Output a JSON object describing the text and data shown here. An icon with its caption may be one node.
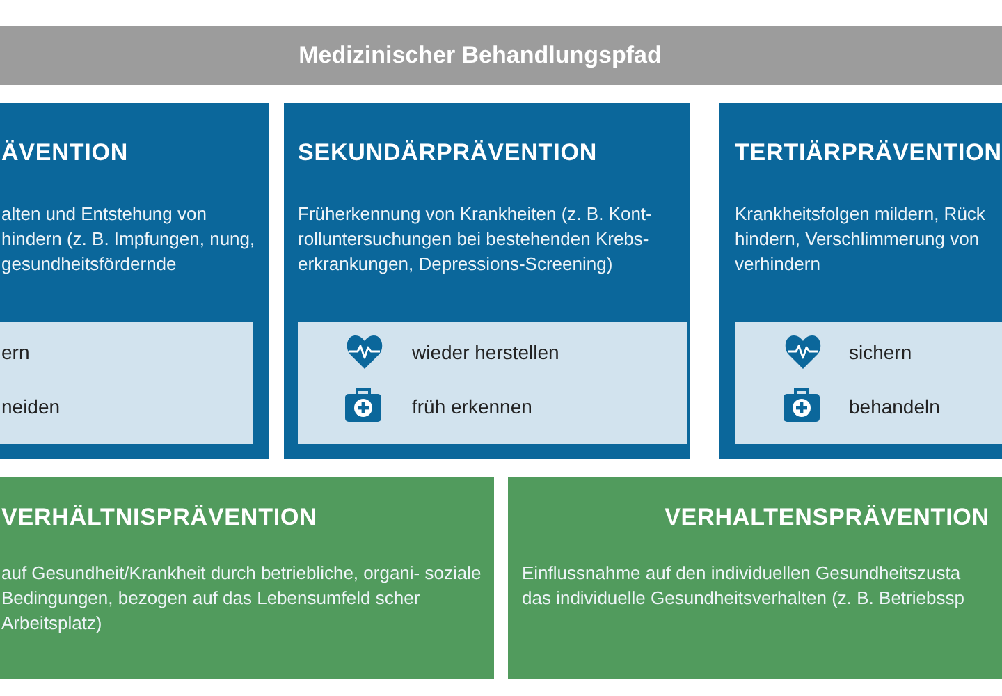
{
  "diagram": {
    "nodes": [
      {
        "text": [
          "Medizinischer Behandlungspfad"
        ]
      },
      {
        "text": [
          "ÄVENTION",
          "alten und Entstehung von hindern (z. B. Impfungen, nung, gesundheitsfördernde"
        ]
      },
      {
        "text": [
          "ern",
          "neiden"
        ],
        "in": 1
      },
      {
        "text": [
          "SEKUNDÄRPRÄVENTION",
          "Früherkennung von Krankheiten (z. B. Kont- rolluntersuchungen bei bestehenden Krebs- erkrankungen, Depressions-Screening)"
        ]
      },
      {
        "text": [
          "wieder herstellen",
          "früh erkennen"
        ],
        "in": 3
      },
      {
        "text": [
          "TERTIÄRPRÄVENTION",
          "Krankheitsfolgen mildern, Rück hindern, Verschlimmerung von verhindern"
        ]
      },
      {
        "text": [
          "sichern",
          "behandeln"
        ],
        "in": 5
      },
      {
        "text": [
          "VERHÄLTNISPRÄVENTION",
          "auf Gesundheit/Krankheit durch betriebliche, organi- soziale Bedingungen, bezogen auf das Lebensumfeld scher Arbeitsplatz)"
        ]
      },
      {
        "text": [
          "VERHALTENSPRÄVENTION",
          "Einflussnahme auf den individuellen Gesundheitszusta das individuelle Gesundheitsverhalten (z. B. Betriebssp"
        ]
      }
    ]
  }
}
